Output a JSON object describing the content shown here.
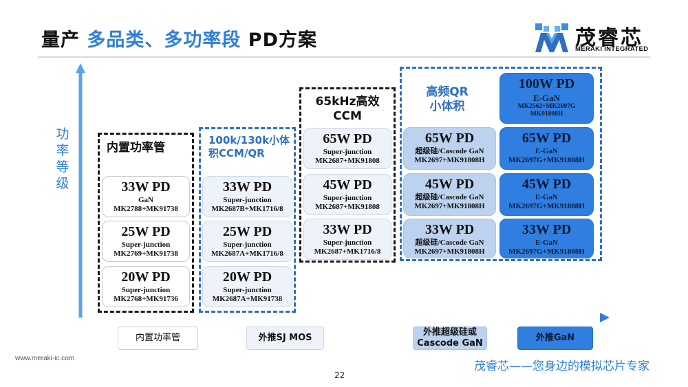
{
  "title": {
    "part1": "量产 ",
    "highlight": "多品类、多功率段",
    "part2": " PD方案"
  },
  "logo": {
    "name": "茂睿芯",
    "en": "MERAKI INTEGRATED"
  },
  "axis": {
    "y_label": "功率等级"
  },
  "groups": {
    "builtin": {
      "title": "内置功率管",
      "cards": [
        {
          "power": "33W PD",
          "tech": "GaN",
          "model": "MK2788+MK91738"
        },
        {
          "power": "25W PD",
          "tech": "Super-junction",
          "model": "MK2769+MK91738"
        },
        {
          "power": "20W PD",
          "tech": "Super-junction",
          "model": "MK2768+MK91736"
        }
      ]
    },
    "sj": {
      "title_line1": "100k/130k小体",
      "title_line2": "积CCM/QR",
      "cards": [
        {
          "power": "33W PD",
          "tech": "Super-junction",
          "model": "MK2687B+MK1716/8"
        },
        {
          "power": "25W PD",
          "tech": "Super-junction",
          "model": "MK2687A+MK1716/8"
        },
        {
          "power": "20W PD",
          "tech": "Super-junction",
          "model": "MK2687A+MK91738"
        }
      ]
    },
    "ccm": {
      "title_line1": "65kHz高效",
      "title_line2": "CCM",
      "cards": [
        {
          "power": "65W PD",
          "tech": "Super-junction",
          "model": "MK2687+MK91808"
        },
        {
          "power": "45W PD",
          "tech": "Super-junction",
          "model": "MK2687+MK91808"
        },
        {
          "power": "33W PD",
          "tech": "Super-junction",
          "model": "MK2687+MK1716/8"
        }
      ]
    },
    "qr": {
      "title_line1": "高频QR",
      "title_line2": "小体积",
      "cards": [
        {
          "power": "65W PD",
          "tech": "超级硅/Cascode GaN",
          "model": "MK2697+MK91808H"
        },
        {
          "power": "45W PD",
          "tech": "超级硅/Cascode GaN",
          "model": "MK2697+MK91808H"
        },
        {
          "power": "33W PD",
          "tech": "超级硅/Cascode GaN",
          "model": "MK2697+MK91808H"
        }
      ]
    },
    "gan": {
      "cards": [
        {
          "power": "100W PD",
          "tech": "E-GaN",
          "model1": "MK2562+MK2697G",
          "model2": "MK91808H"
        },
        {
          "power": "65W PD",
          "tech": "E-GaN",
          "model": "MK2697G+MK91808H"
        },
        {
          "power": "45W PD",
          "tech": "E-GaN",
          "model": "MK2697G+MK91808H"
        },
        {
          "power": "33W PD",
          "tech": "E-GaN",
          "model": "MK2697G+MK91808H"
        }
      ]
    }
  },
  "categories": [
    {
      "label": "内置功率管"
    },
    {
      "label": "外推SJ MOS"
    },
    {
      "label_line1": "外推超级硅或",
      "label_line2": "Cascode GaN"
    },
    {
      "label": "外推GaN"
    }
  ],
  "footer": {
    "url": "www.meraki-ic.com",
    "page": "22",
    "slogan": "茂睿芯——您身边的模拟芯片专家"
  },
  "colors": {
    "accent": "#2f7fd8",
    "dark_blue": "#2f7ee0",
    "mid_blue": "#bcd2ee",
    "light_blue": "#eef3fa"
  }
}
